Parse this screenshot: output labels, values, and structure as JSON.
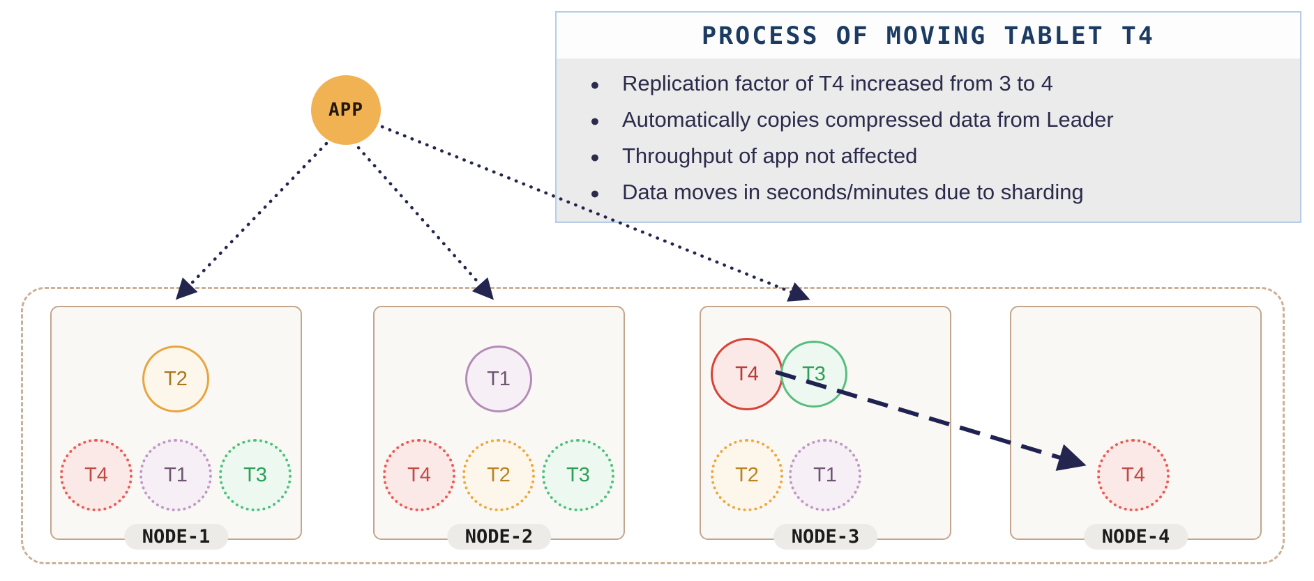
{
  "app": {
    "label": "APP"
  },
  "info_box": {
    "title": "PROCESS OF MOVING TABLET T4",
    "bullets": [
      "Replication factor of T4 increased from 3 to 4",
      "Automatically copies compressed data from Leader",
      "Throughput of app not affected",
      "Data moves in seconds/minutes due to sharding"
    ]
  },
  "nodes": [
    {
      "name": "NODE-1",
      "top": [
        {
          "label": "T2",
          "style": "solid",
          "color": "orange"
        }
      ],
      "bottom": [
        {
          "label": "T4",
          "style": "dotted",
          "color": "red"
        },
        {
          "label": "T1",
          "style": "dotted",
          "color": "purple"
        },
        {
          "label": "T3",
          "style": "dotted",
          "color": "green"
        }
      ]
    },
    {
      "name": "NODE-2",
      "top": [
        {
          "label": "T1",
          "style": "solid",
          "color": "purple"
        }
      ],
      "bottom": [
        {
          "label": "T4",
          "style": "dotted",
          "color": "red"
        },
        {
          "label": "T2",
          "style": "dotted",
          "color": "orange"
        },
        {
          "label": "T3",
          "style": "dotted",
          "color": "green"
        }
      ]
    },
    {
      "name": "NODE-3",
      "top": [
        {
          "label": "T4",
          "style": "solid",
          "color": "red"
        },
        {
          "label": "T3",
          "style": "solid",
          "color": "green"
        }
      ],
      "bottom": [
        {
          "label": "T2",
          "style": "dotted",
          "color": "orange"
        },
        {
          "label": "T1",
          "style": "dotted",
          "color": "purple"
        }
      ]
    },
    {
      "name": "NODE-4",
      "top": [],
      "bottom": [
        {
          "label": "T4",
          "style": "dotted",
          "color": "red"
        }
      ]
    }
  ],
  "arrows": [
    {
      "from": "app",
      "to": "node-1",
      "style": "dotted"
    },
    {
      "from": "app",
      "to": "node-2",
      "style": "dotted"
    },
    {
      "from": "app",
      "to": "node-3",
      "style": "dotted"
    },
    {
      "from": "node-3.T4",
      "to": "node-4.T4",
      "style": "dashed"
    }
  ],
  "palette": {
    "app_fill": "#f1b254",
    "arrow_navy": "#23254f",
    "info_border": "#b6cce9",
    "info_body_bg": "#ebebeb",
    "info_title_color": "#1c3b63",
    "bullet_text": "#2b2b4b",
    "node_border": "#c3a58d",
    "node_bg": "#faf8f4",
    "cluster_border": "#cbb095",
    "pill_bg": "#edebe7",
    "tablet_red": "#d84339",
    "tablet_orange": "#e9a43e",
    "tablet_purple": "#b48bb8",
    "tablet_green": "#57bd7e"
  }
}
